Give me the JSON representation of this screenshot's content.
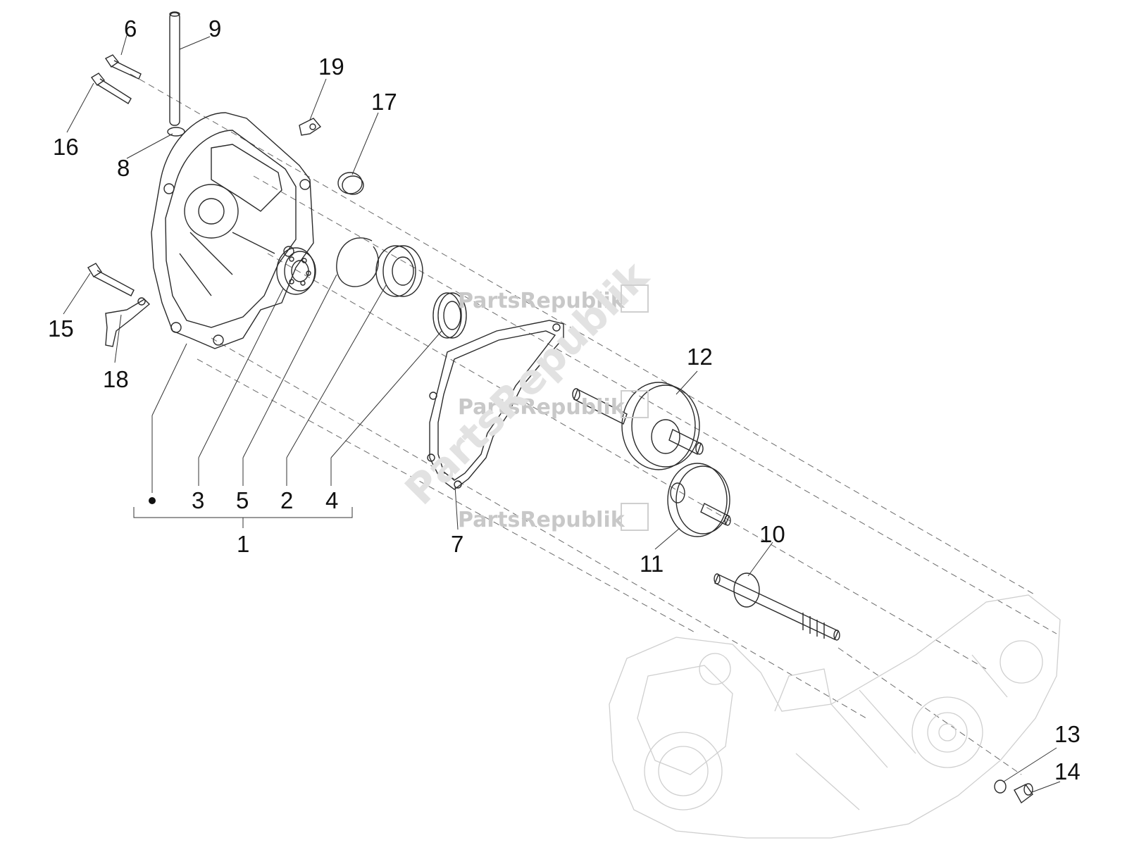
{
  "watermark": {
    "text": "PartsRepublik"
  },
  "callouts": [
    {
      "id": "6",
      "text": "6"
    },
    {
      "id": "9",
      "text": "9"
    },
    {
      "id": "19",
      "text": "19"
    },
    {
      "id": "17",
      "text": "17"
    },
    {
      "id": "16",
      "text": "16"
    },
    {
      "id": "8",
      "text": "8"
    },
    {
      "id": "15",
      "text": "15"
    },
    {
      "id": "18",
      "text": "18"
    },
    {
      "id": "3",
      "text": "3"
    },
    {
      "id": "5",
      "text": "5"
    },
    {
      "id": "2",
      "text": "2"
    },
    {
      "id": "4",
      "text": "4"
    },
    {
      "id": "1",
      "text": "1"
    },
    {
      "id": "7",
      "text": "7"
    },
    {
      "id": "12",
      "text": "12"
    },
    {
      "id": "11",
      "text": "11"
    },
    {
      "id": "10",
      "text": "10"
    },
    {
      "id": "13",
      "text": "13"
    },
    {
      "id": "14",
      "text": "14"
    }
  ],
  "colors": {
    "ink": "#111111",
    "line": "#2a2a2a",
    "watermark": "#c8c8c8",
    "engine": "#cfcfcf"
  }
}
